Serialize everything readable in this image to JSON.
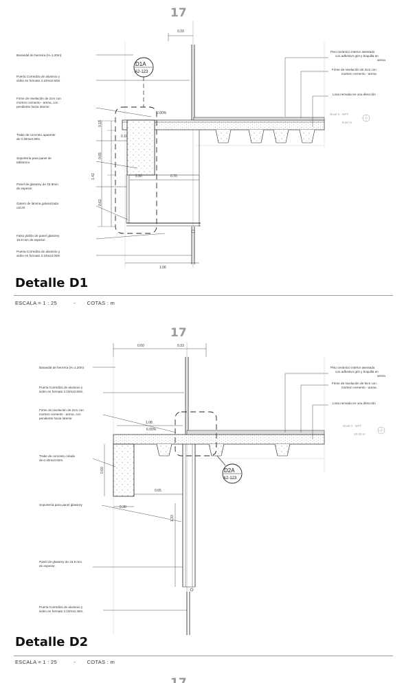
{
  "grid_label": "17",
  "d1": {
    "title": "Detalle D1",
    "scale_label": "ESCALA = 1 : 25",
    "sep": "-",
    "units_label": "COTAS : m",
    "tag_id": "D1A",
    "tag_sheet": "A2-123",
    "left_notes": [
      "Barandal de herrería (H=1.20m)",
      "Puerta Corrediza de aluminio y",
      "vidrio en formato 3.10mx2.60m.",
      "Firme de nivelación de 2cm con",
      "mortero cemento - arena, con",
      "pendiente hacia interior.",
      "Trabe de concreto aparente",
      "de 0.30mx0.90m.",
      "Soportería para panel de",
      "tablaroca",
      "Panel de glassrey de 15.9mm",
      "de espesor",
      "Gotero de lámina galvanizada",
      "cal.20",
      "Falso plafón de panel glassrey",
      "15.9 mm de espesor",
      "Puerta Corrediza de aluminio y",
      "vidrio en formato 3.10mx3.00m"
    ],
    "right_notes": [
      "Piso cerámico interior asentado",
      "con adhesivo gris y boquilla en",
      "arena",
      "Firme de nivelación de 3cm con",
      "mortero cemento - arena.",
      "Losa nervada en una dirección",
      "Nivel 0 - NPT",
      "8.00 m"
    ],
    "dims": [
      "0.33",
      "0.15",
      "0.10",
      "0.65",
      "0.30",
      "0.70",
      "1.42",
      "0.62",
      "1.06",
      "0.30",
      "2.00%"
    ]
  },
  "d2": {
    "title": "Detalle D2",
    "scale_label": "ESCALA = 1 : 25",
    "sep": "-",
    "units_label": "COTAS : m",
    "tag_id": "D2A",
    "tag_sheet": "A2-123",
    "left_notes": [
      "Barandal de herrería (H=1.20m)",
      "Puerta Corrediza de aluminio y",
      "vidrio en formato 3.10mx2.60m.",
      "Firme de nivelación de 2cm con",
      "mortero cemento - arena, con",
      "pendiente hacia interior.",
      "Trabe de concreto colada",
      "de 0.40mx0.60m.",
      "Soportería para panel glassrey",
      "Panel de glassrey de 15.9 mm",
      "de espesor.",
      "Puerta Corrediza de aluminio y",
      "vidrio en formato 3.10mx2.48m."
    ],
    "right_notes": [
      "Piso cerámico interior asentado",
      "con adhesivo gris y boquilla en",
      "arena",
      "Firme de nivelación de 8cm con",
      "mortero cemento - arena.",
      "Losa nervada en una dirección",
      "Nivel 0 - NPT",
      "10.00 m"
    ],
    "dims": [
      "0.60",
      "0.33",
      "1.08",
      "6.00%",
      "0.60",
      "0.65",
      "0.30",
      "1.33"
    ]
  }
}
